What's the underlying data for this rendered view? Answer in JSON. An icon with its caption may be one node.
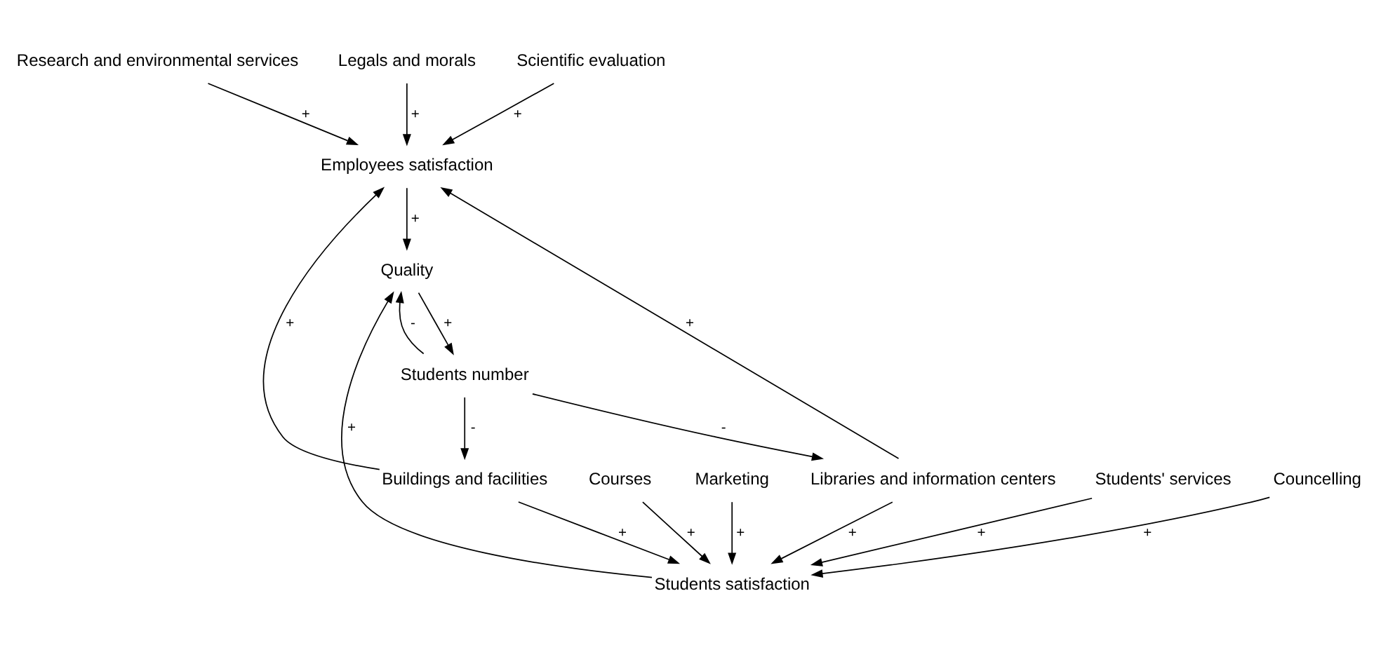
{
  "diagram": {
    "nodes": [
      {
        "text": [
          "Research and environmental services"
        ]
      },
      {
        "text": [
          "Legals and morals"
        ]
      },
      {
        "text": [
          "Buildings and facilities"
        ]
      },
      {
        "text": [
          "Employees satisfaction"
        ]
      },
      {
        "text": [
          "Libraries and information centers"
        ]
      },
      {
        "text": [
          "Scientific evaluation"
        ]
      },
      {
        "text": [
          "Students number"
        ]
      },
      {
        "text": [
          "Courses"
        ]
      },
      {
        "text": [
          "Marketing"
        ]
      },
      {
        "text": [
          "Quality"
        ]
      },
      {
        "text": [
          "Students satisfaction"
        ]
      },
      {
        "text": [
          "Students' services"
        ]
      },
      {
        "text": [
          "Councelling"
        ]
      }
    ],
    "edges": [
      {
        "from": 0,
        "to": 3,
        "arrow": "to",
        "label": "+"
      },
      {
        "from": 1,
        "to": 3,
        "arrow": "to",
        "label": "+"
      },
      {
        "from": 5,
        "to": 3,
        "arrow": "to",
        "label": "+"
      },
      {
        "from": 2,
        "to": 3,
        "arrow": "to",
        "label": "+"
      },
      {
        "from": 4,
        "to": 3,
        "arrow": "to",
        "label": "+"
      },
      {
        "from": 4,
        "to": 10,
        "arrow": "to",
        "label": "+"
      },
      {
        "from": 6,
        "to": 2,
        "arrow": "to",
        "label": "-"
      },
      {
        "from": 6,
        "to": 4,
        "arrow": "to",
        "label": "-"
      },
      {
        "from": 6,
        "to": 9,
        "arrow": "to",
        "label": "-"
      },
      {
        "from": 9,
        "to": 6,
        "arrow": "to",
        "label": "+"
      },
      {
        "from": 3,
        "to": 9,
        "arrow": "to",
        "label": "+"
      },
      {
        "from": 10,
        "to": 9,
        "arrow": "to",
        "label": "+"
      },
      {
        "from": 2,
        "to": 10,
        "arrow": "to",
        "label": "+"
      },
      {
        "from": 7,
        "to": 10,
        "arrow": "to",
        "label": "+"
      },
      {
        "from": 8,
        "to": 10,
        "arrow": "to",
        "label": "+"
      },
      {
        "from": 11,
        "to": 10,
        "arrow": "to",
        "label": "+"
      },
      {
        "from": 12,
        "to": 10,
        "arrow": "to",
        "label": "+"
      }
    ]
  }
}
